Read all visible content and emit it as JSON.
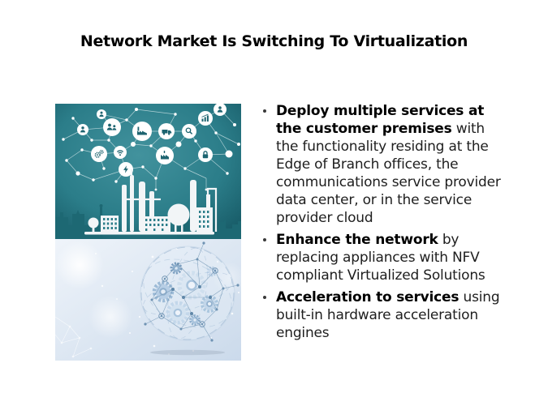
{
  "title": "Network Market Is Switching To Virtualization",
  "content": {
    "bullets": [
      {
        "bold": "Deploy multiple services at the customer premises",
        "rest": " with the functionality residing at the Edge of Branch offices, the communications service provider data center, or in the service provider cloud"
      },
      {
        "bold": "Enhance the network",
        "rest": " by replacing appliances with NFV compliant Virtualized Solutions"
      },
      {
        "bold": "Acceleration to services",
        "rest": " using built-in hardware acceleration engines"
      }
    ]
  },
  "illustration": {
    "alt": "Connected industry network above a white factory silhouette, and a digital globe made of gears",
    "node_icons": [
      "person",
      "group",
      "factory",
      "truck",
      "search",
      "chart",
      "gears",
      "wifi",
      "plant",
      "lock",
      "lightning"
    ],
    "colors": {
      "teal_center": "#42929d",
      "teal_edge": "#11505c",
      "skyline": "#1d6873",
      "factory_white": "#f2f5f7",
      "light_bg_top": "#eff4fa",
      "light_bg_bottom": "#cbdaeb",
      "gear_light_blue": "#cfdfee",
      "gear_steel_blue": "#7d9fc0",
      "network_line_blue": "#6f93b3"
    }
  },
  "text_colors": {
    "title": "#000000",
    "body": "#1e1e1e"
  }
}
